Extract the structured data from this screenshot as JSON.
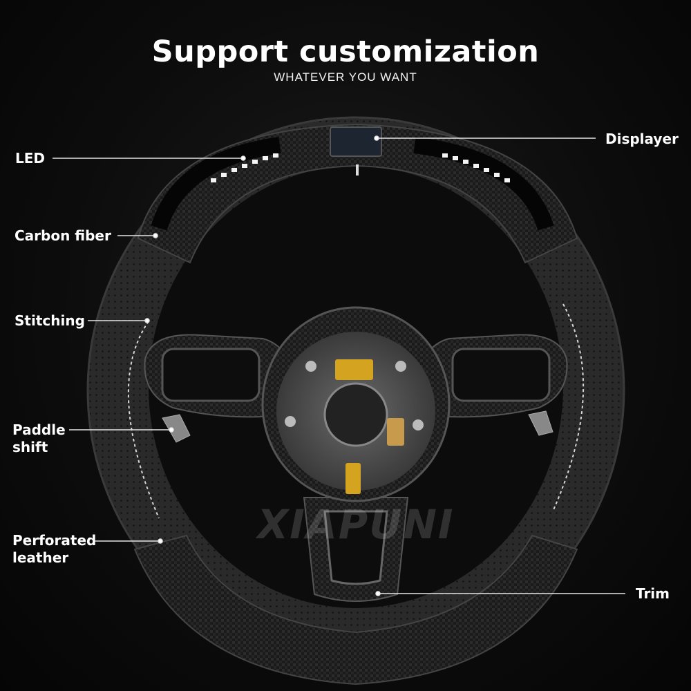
{
  "header": {
    "title": "Support customization",
    "subtitle": "WHATEVER YOU WANT"
  },
  "callouts": {
    "led": "LED",
    "displayer": "Displayer",
    "carbon_fiber": "Carbon fiber",
    "stitching": "Stitching",
    "paddle_shift_line1": "Paddle",
    "paddle_shift_line2": "shift",
    "perforated_leather_line1": "Perforated",
    "perforated_leather_line2": "leather",
    "trim": "Trim"
  },
  "watermark": "XIAPUNI"
}
